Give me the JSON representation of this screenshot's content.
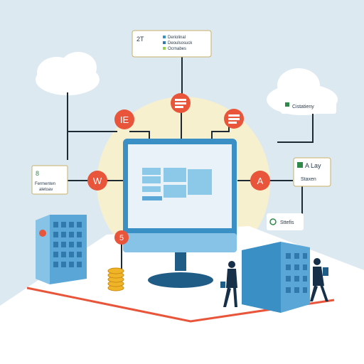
{
  "colors": {
    "sky": "#dde9f0",
    "glow": "#f7f0cf",
    "ground": "#ffffff",
    "accent_orange": "#e8553a",
    "monitor_blue": "#3a8fc4",
    "monitor_dark": "#1f5c86",
    "screen": "#e9f2f8",
    "building_blue": "#5aa6d6",
    "building_light": "#87c3e6",
    "line": "#1e2a33",
    "coins": "#f0b429",
    "person": "#163049"
  },
  "top_card": {
    "icon_text": "2T",
    "lines": [
      "Deriolinal",
      "Deoulsosuck",
      "Ocrnabes"
    ]
  },
  "right_card": {
    "label": "Cistatieny"
  },
  "left_card": {
    "number": "8",
    "lines": [
      "Fermenten",
      "aletoav"
    ]
  },
  "mid_right_card": {
    "lines": [
      "A Lay",
      "Staxen"
    ]
  },
  "lower_right_card": {
    "label": "Sttefis"
  },
  "badges": {
    "top": "",
    "left_upper": "IE",
    "right_upper": "",
    "left": "W",
    "right": "A",
    "lower_left": "5"
  }
}
